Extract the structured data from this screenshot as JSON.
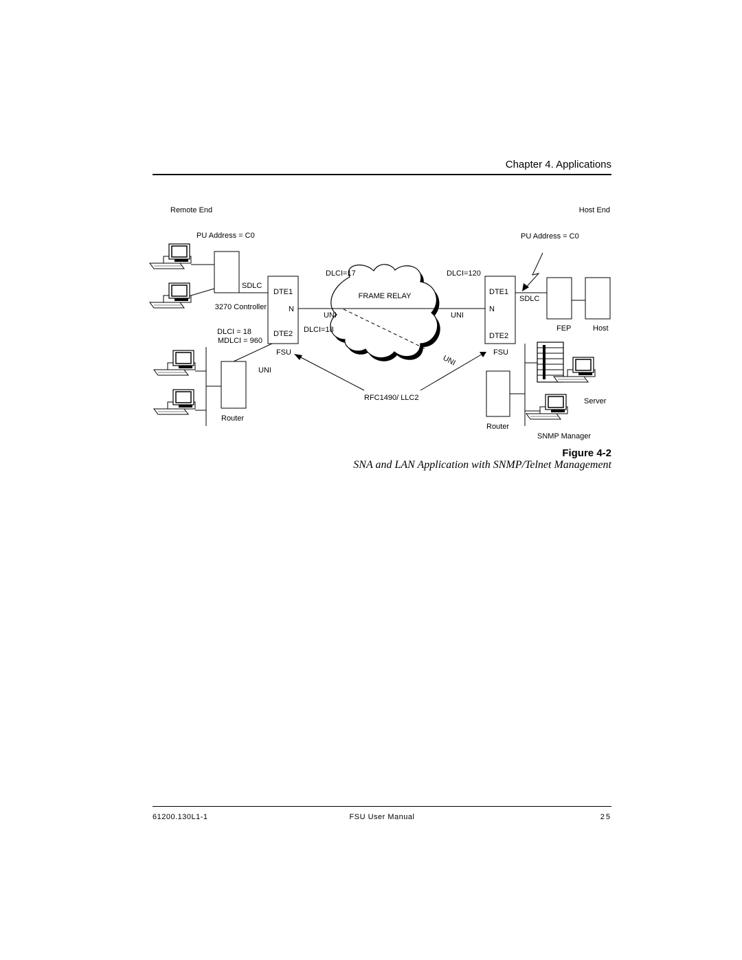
{
  "header": {
    "chapter": "Chapter 4.  Applications"
  },
  "diagram": {
    "remote_end": "Remote End",
    "host_end": "Host End",
    "pu_address_left": "PU Address = C0",
    "pu_address_right": "PU Address = C0",
    "dlci_17": "DLCI=17",
    "dlci_120": "DLCI=120",
    "sdlc_left": "SDLC",
    "controller": "3270 Controller",
    "dte1_left": "DTE1",
    "n_left": "N",
    "uni_left_link": "UNI",
    "frame_relay": "FRAME RELAY",
    "uni_right_link": "UNI",
    "dte1_right": "DTE1",
    "n_right": "N",
    "sdlc_right": "SDLC",
    "dlci_18_left": "DLCI = 18",
    "mdlci": "MDLCI = 960",
    "dte2_left": "DTE2",
    "dlci_18_cloud": "DLCI=18",
    "dte2_right": "DTE2",
    "fep": "FEP",
    "host": "Host",
    "fsu_left": "FSU",
    "fsu_right": "FSU",
    "uni_diag": "UNI",
    "uni_lower_left": "UNI",
    "rfc": "RFC1490/ LLC2",
    "server": "Server",
    "router_left": "Router",
    "router_right": "Router",
    "snmp_manager": "SNMP Manager"
  },
  "figure": {
    "label": "Figure 4-2",
    "caption": "SNA and LAN Application with SNMP/Telnet Management"
  },
  "footer": {
    "doc_number": "61200.130L1-1",
    "title": "FSU User Manual",
    "page": "25"
  }
}
